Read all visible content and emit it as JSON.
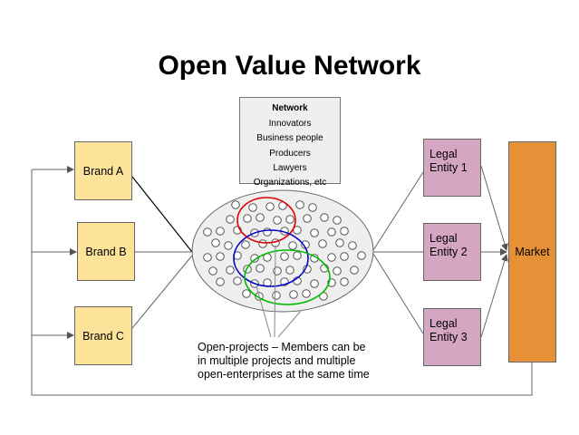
{
  "title": "Open Value Network",
  "brands": [
    "Brand A",
    "Brand B",
    "Brand C"
  ],
  "legal_entities": [
    [
      "Legal",
      "Entity 1"
    ],
    [
      "Legal",
      "Entity 2"
    ],
    [
      "Legal",
      "Entity 3"
    ]
  ],
  "market": "Market",
  "network_box": {
    "heading": "Network",
    "items": [
      "Innovators",
      "Business people",
      "Producers",
      "Lawyers",
      "Organizations, etc"
    ]
  },
  "caption": [
    "Open-projects – Members can be",
    "in multiple projects and multiple",
    "open-enterprises at the same time"
  ],
  "colors": {
    "brand": "#fde29a",
    "legal": "#d5a6c1",
    "market": "#e69138",
    "network_fill": "#efefef",
    "project_red": "#e00000",
    "project_blue": "#0000cc",
    "project_green": "#00bb00"
  }
}
